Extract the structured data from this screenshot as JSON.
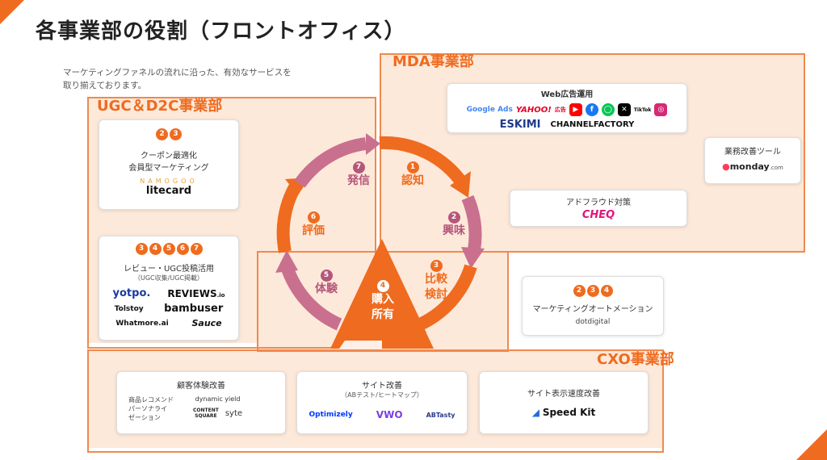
{
  "page": {
    "title": "各事業部の役割（フロントオフィス）",
    "intro_line1": "マーケティングファネルの流れに沿った、有効なサービスを",
    "intro_line2": "取り揃えております。"
  },
  "sections": {
    "mda": "MDA事業部",
    "ugc": "UGC＆D2C事業部",
    "cxo": "CXO事業部"
  },
  "cycle": [
    {
      "num": "1",
      "label": "認知"
    },
    {
      "num": "2",
      "label": "興味"
    },
    {
      "num": "3",
      "label_line1": "比較",
      "label_line2": "検討"
    },
    {
      "num": "4",
      "label_line1": "購入",
      "label_line2": "所有"
    },
    {
      "num": "5",
      "label": "体験"
    },
    {
      "num": "6",
      "label": "評価"
    },
    {
      "num": "7",
      "label": "発信"
    }
  ],
  "cards": {
    "web_ads": {
      "title": "Web広告運用",
      "logos": [
        "Google Ads",
        "YAHOO!",
        "広告",
        "ESKIMI",
        "CHANNELFACTORY",
        "TikTok"
      ]
    },
    "ad_fraud": {
      "title": "アドフラウド対策",
      "logo": "CHEQ"
    },
    "ops_tool": {
      "title": "業務改善ツール",
      "logo": "monday",
      "logo_suffix": ".com"
    },
    "mkt_auto": {
      "nums": [
        "2",
        "3",
        "4"
      ],
      "title": "マーケティングオートメーション",
      "logo": "dotdigital"
    },
    "coupon": {
      "nums": [
        "2",
        "3"
      ],
      "title_line1": "クーポン最適化",
      "title_line2": "会員型マーケティング",
      "logo1": "NAMOGOO",
      "logo2": "litecard"
    },
    "review": {
      "nums": [
        "3",
        "4",
        "5",
        "6",
        "7"
      ],
      "title": "レビュー・UGC投稿活用",
      "sub": "（UGC収集/UGC掲載）",
      "logos": [
        "yotpo.",
        "REVIEWS",
        ".io",
        "Tolstoy",
        "bambuser",
        "Whatmore.ai",
        "Sauce"
      ]
    },
    "cx": {
      "title": "顧客体験改善",
      "text_line1": "商品レコメンド",
      "text_line2": "パーソナライ",
      "text_line3": "ゼーション",
      "logos": [
        "dynamic yield",
        "CONTENT",
        "SQUARE",
        "syte"
      ]
    },
    "site": {
      "title": "サイト改善",
      "sub": "（ABテスト/ヒートマップ）",
      "logos": [
        "Optimizely",
        "VWO",
        "ABTasty"
      ]
    },
    "speed": {
      "title": "サイト表示速度改善",
      "logo": "Speed Kit"
    }
  },
  "colors": {
    "accent": "#ef6b1f",
    "pink": "#b5567a",
    "pink_bg": "#fde9da",
    "frame": "#ef8a4e"
  }
}
